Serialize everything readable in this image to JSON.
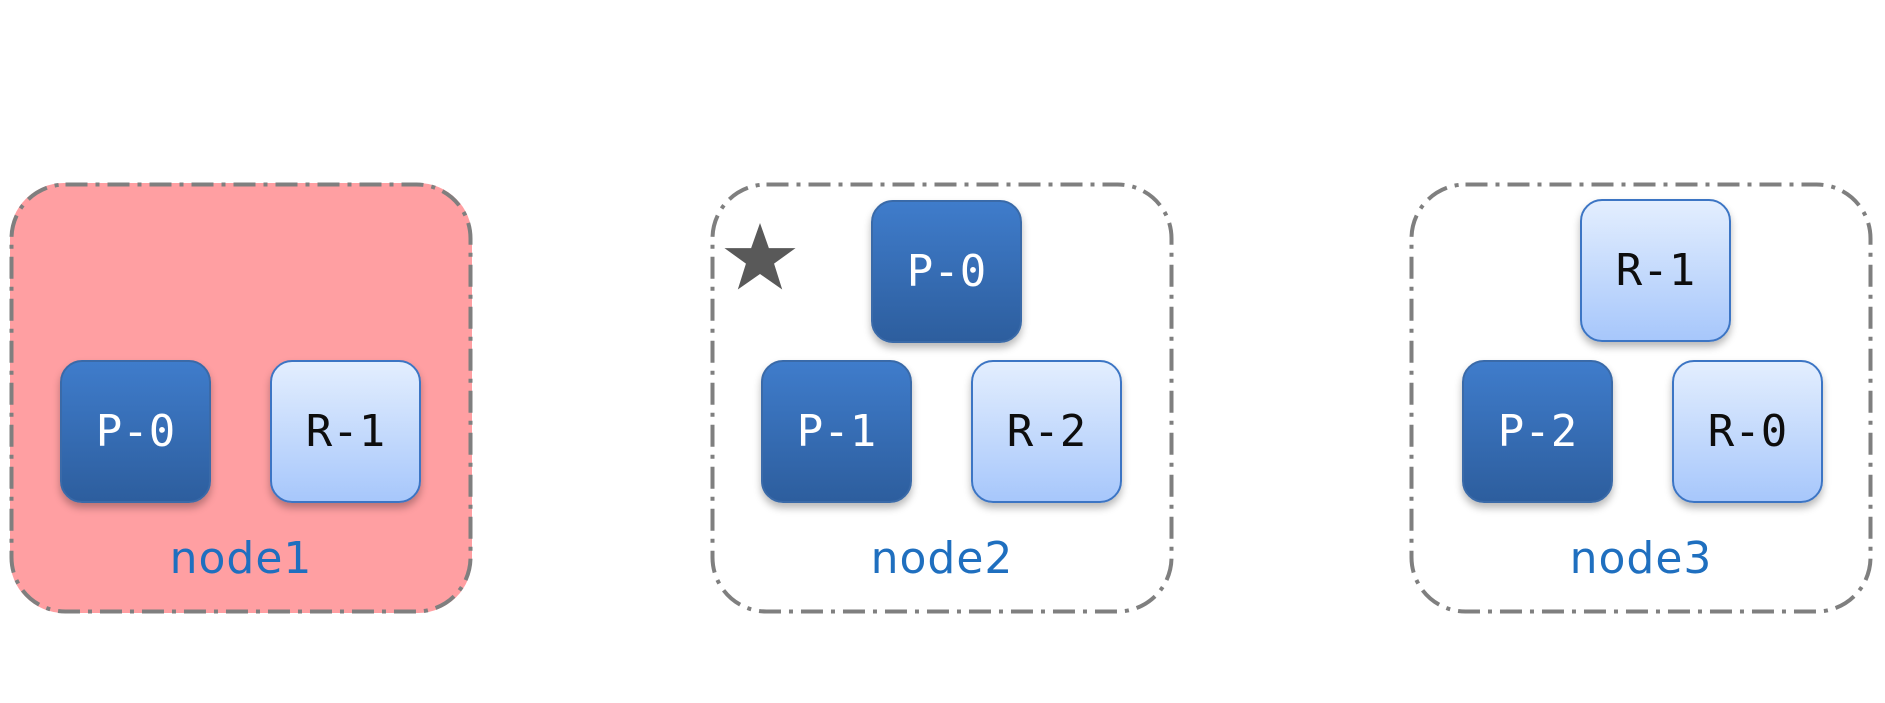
{
  "nodes": [
    {
      "label": "node1",
      "highlighted": true,
      "highlight_color": "#ff9fa2",
      "has_star": false,
      "shards": [
        {
          "label": "P-0",
          "kind": "primary"
        },
        {
          "label": "R-1",
          "kind": "replica"
        }
      ]
    },
    {
      "label": "node2",
      "highlighted": false,
      "has_star": true,
      "star_icon": "star-icon",
      "shards": [
        {
          "label": "P-0",
          "kind": "primary"
        },
        {
          "label": "P-1",
          "kind": "primary"
        },
        {
          "label": "R-2",
          "kind": "replica"
        }
      ]
    },
    {
      "label": "node3",
      "highlighted": false,
      "has_star": false,
      "shards": [
        {
          "label": "R-1",
          "kind": "replica"
        },
        {
          "label": "P-2",
          "kind": "primary"
        },
        {
          "label": "R-0",
          "kind": "replica"
        }
      ]
    }
  ],
  "colors": {
    "primary_top": "#3f7ccb",
    "primary_bottom": "#2d5e9e",
    "replica_top": "#e3eefe",
    "replica_bottom": "#a7c7fb",
    "node_label": "#1f6fbf",
    "border": "#7f7f7f",
    "star": "#595959"
  }
}
